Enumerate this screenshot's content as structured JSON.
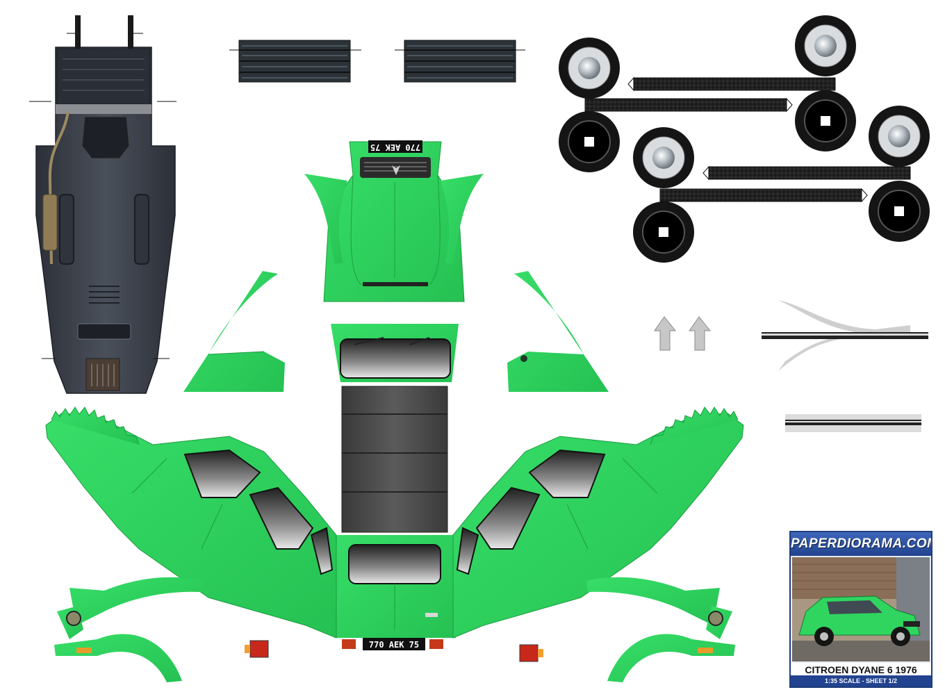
{
  "colors": {
    "body_green": "#2fd55f",
    "body_green_dark": "#1fae47",
    "chassis": "#3b4049",
    "glass": "#3a3a3a",
    "tyre": "#151515",
    "info_blue": "#22438f"
  },
  "plates": {
    "front": "770 AEK 75",
    "rear": "770 AEK 75"
  },
  "info_box": {
    "brand": "PAPERDIORAMA.COM",
    "title": "CITROEN DYANE 6 1976",
    "subtitle": "1:35 SCALE - SHEET 1/2"
  },
  "parts": {
    "wheels_count": 8,
    "grille_strips": 2
  }
}
